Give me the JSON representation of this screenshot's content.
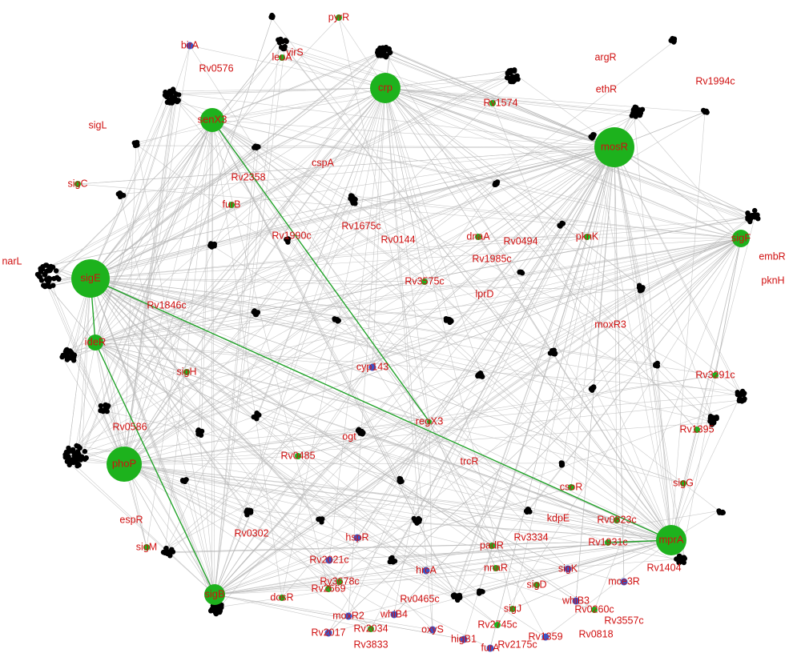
{
  "hubs": [
    {
      "id": "sigE",
      "label": "sigE"
    },
    {
      "id": "mosR",
      "label": "mosR"
    },
    {
      "id": "phoP",
      "label": "phoP"
    },
    {
      "id": "crp",
      "label": "crp"
    },
    {
      "id": "mprA",
      "label": "mprA"
    },
    {
      "id": "senX3",
      "label": "senX3"
    },
    {
      "id": "sigB",
      "label": "sigB"
    },
    {
      "id": "sigF",
      "label": "sigF"
    },
    {
      "id": "ideR",
      "label": "ideR"
    },
    {
      "id": "regX3",
      "label": "regX3"
    }
  ],
  "labels": [
    "pyrR",
    "birA",
    "virS",
    "leuA",
    "Rv0576",
    "argR",
    "ethR",
    "Rv1994c",
    "Rv1574",
    "sigL",
    "cspA",
    "sigC",
    "Rv2358",
    "furB",
    "Rv1675c",
    "Rv1990c",
    "Rv0144",
    "dnaA",
    "Rv0494",
    "Rv1985c",
    "pknK",
    "embR",
    "pknH",
    "narL",
    "Rv3575c",
    "lprD",
    "Rv1846c",
    "moxR3",
    "cyp143",
    "Rv3291c",
    "sigH",
    "Rv0586",
    "ogt",
    "Rv1395",
    "Rv0485",
    "trcR",
    "csoR",
    "sigG",
    "espR",
    "kdpE",
    "Rv0823c",
    "Rv0302",
    "hspR",
    "Rv3334",
    "padR",
    "Rv1931c",
    "sigM",
    "Rv2021c",
    "hrcA",
    "nnaR",
    "Rv1404",
    "sigK",
    "mce3R",
    "Ry3678c",
    "Rv2669",
    "sigD",
    "whiB3",
    "Rv0465c",
    "dosR",
    "whiB4",
    "sigJ",
    "Rv0260c",
    "moxR2",
    "Rv2034",
    "oxyS",
    "Rv2745c",
    "Rv3557c",
    "Rv2017",
    "Rv3833",
    "higB1",
    "Rv1359",
    "Rv0818",
    "furA",
    "Rv2175c"
  ]
}
